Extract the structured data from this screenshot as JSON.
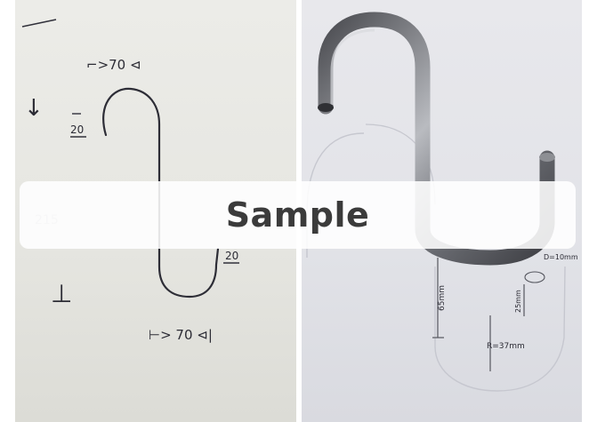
{
  "sketch": {
    "top_dimension": "⌐>70 ⊲",
    "top_arrow": "↓",
    "top_label": "20",
    "side_label": "215",
    "right_label": "20",
    "bottom_arrow": "⊥",
    "bottom_dimension": "⊢> 70 ⊲|"
  },
  "photo": {
    "diameter_note": "D=10mm",
    "radius_note": "R=37mm",
    "left_measure": "65mm",
    "right_measure": "25mm"
  },
  "watermark": {
    "text": "Sample"
  }
}
